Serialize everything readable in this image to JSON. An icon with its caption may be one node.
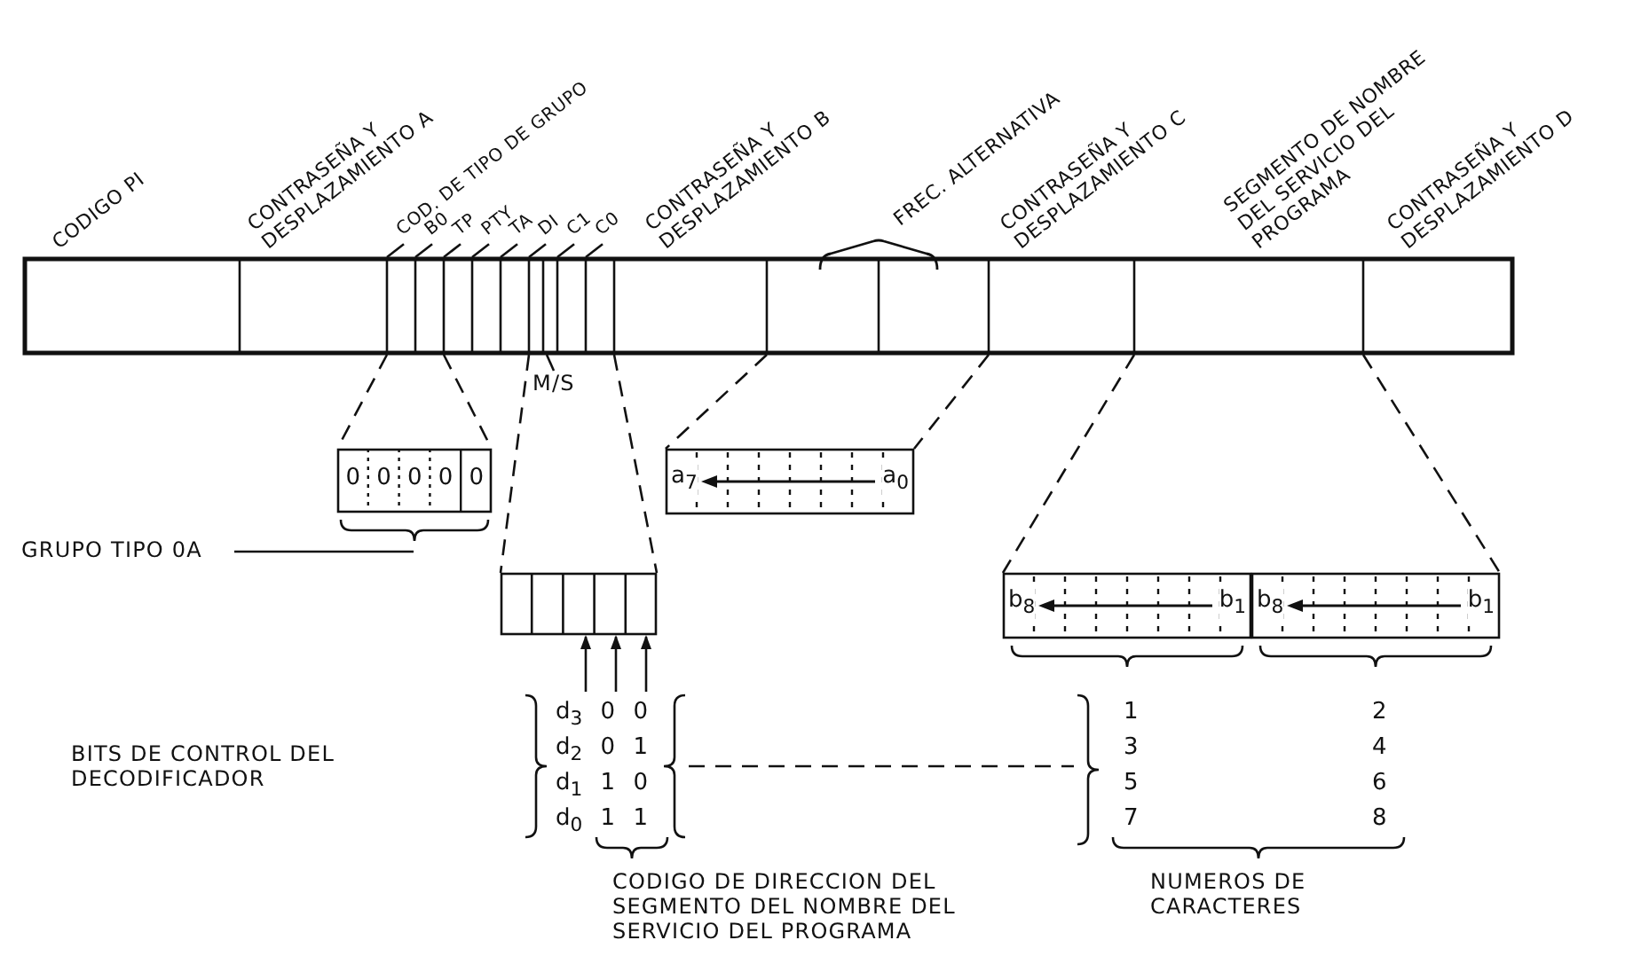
{
  "diagram": {
    "nodes": [
      {
        "text": [],
        "shape": "bar"
      },
      {
        "text": [
          "COD. DE TIPO DE GRUPO"
        ]
      },
      {
        "text": [
          "B0"
        ]
      },
      {
        "text": [
          "TP"
        ]
      },
      {
        "text": [
          "PTY"
        ]
      },
      {
        "text": [
          "TA"
        ]
      },
      {
        "text": [
          "DI"
        ]
      },
      {
        "text": [
          "C1"
        ]
      },
      {
        "text": [
          "C0"
        ]
      },
      {
        "text": [
          "M/S"
        ]
      },
      {
        "text": [
          "0",
          "0",
          "0",
          "0",
          "0"
        ]
      },
      {
        "text": [
          "GRUPO TIPO 0A"
        ]
      },
      {
        "text": [
          "a$_{7}$",
          "a$_{0}$"
        ]
      },
      {
        "text": [],
        "shape": "box"
      },
      {
        "text": [
          "d$_{3}$ 0 0",
          "d$_{2}$ 0 1",
          "d$_{1}$ 1 0",
          "d$_{0}$ 1 1"
        ]
      },
      {
        "text": [
          "b$_{8}$",
          "b$_{1}$"
        ]
      },
      {
        "text": [
          "b$_{8}$",
          "b$_{1}$"
        ]
      },
      {
        "text": [
          "1",
          "2",
          "3",
          "4",
          "5",
          "6",
          "7",
          "8"
        ]
      }
    ],
    "edges": [
      {
        "from": 1,
        "to": 0,
        "arrow": "none"
      },
      {
        "from": 2,
        "to": 0,
        "arrow": "none"
      },
      {
        "from": 3,
        "to": 0,
        "arrow": "none"
      },
      {
        "from": 4,
        "to": 0,
        "arrow": "none"
      },
      {
        "from": 5,
        "to": 0,
        "arrow": "none"
      },
      {
        "from": 6,
        "to": 0,
        "arrow": "none"
      },
      {
        "from": 7,
        "to": 0,
        "arrow": "none"
      },
      {
        "from": 8,
        "to": 0,
        "arrow": "none"
      },
      {
        "from": 9,
        "to": 0,
        "arrow": "none"
      },
      {
        "from": 0,
        "to": 10,
        "arrow": "none",
        "style": "dashed"
      },
      {
        "from": 0,
        "to": 10,
        "arrow": "none",
        "style": "dashed"
      },
      {
        "from": 0,
        "to": 12,
        "arrow": "none",
        "style": "dashed"
      },
      {
        "from": 0,
        "to": 12,
        "arrow": "none",
        "style": "dashed"
      },
      {
        "from": 0,
        "to": 13,
        "arrow": "none",
        "style": "dashed"
      },
      {
        "from": 0,
        "to": 13,
        "arrow": "none",
        "style": "dashed"
      },
      {
        "from": 0,
        "to": 15,
        "arrow": "none",
        "style": "dashed"
      },
      {
        "from": 0,
        "to": 16,
        "arrow": "none",
        "style": "dashed"
      },
      {
        "from": 11,
        "to": 10,
        "arrow": "none"
      },
      {
        "from": 14,
        "to": 13,
        "arrow": "to"
      },
      {
        "from": 14,
        "to": 13,
        "arrow": "to"
      },
      {
        "from": 14,
        "to": 13,
        "arrow": "to"
      },
      {
        "from": 14,
        "to": 17,
        "arrow": "none",
        "style": "dashed"
      }
    ],
    "labels": [
      "CODIGO PI",
      "CONTRASEÑA Y DESPLAZAMIENTO A",
      "CONTRASEÑA Y DESPLAZAMIENTO B",
      "FREC. ALTERNATIVA",
      "CONTRASEÑA Y DESPLAZAMIENTO C",
      "SEGMENTO DE NOMBRE DEL SERVICIO DEL PROGRAMA",
      "CONTRASEÑA Y DESPLAZAMIENTO D",
      "BITS DE CONTROL DEL DECODIFICADOR",
      "CODIGO DE DIRECCION DEL SEGMENTO DEL NOMBRE DEL SERVICIO DEL PROGRAMA",
      "NUMEROS DE CARACTERES"
    ]
  }
}
